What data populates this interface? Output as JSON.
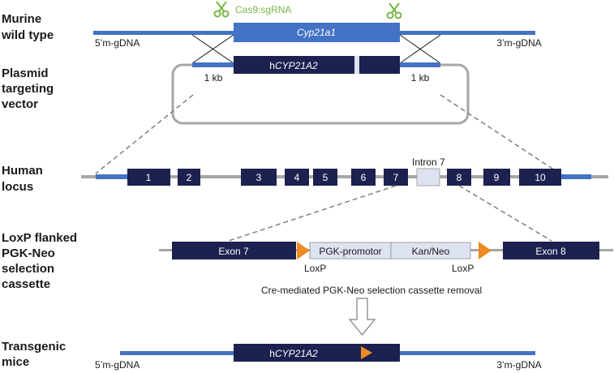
{
  "colors": {
    "navy": "#1c2150",
    "blue": "#4472c4",
    "grey": "#a6a6a6",
    "light": "#dde3f1",
    "orange": "#f08a24",
    "green": "#7ab648"
  },
  "labels": {
    "murine_1": "Murine",
    "murine_2": "wild type",
    "plasmid_1": "Plasmid",
    "plasmid_2": "targeting",
    "plasmid_3": "vector",
    "human_1": "Human",
    "human_2": "locus",
    "loxp_1": "LoxP flanked",
    "loxp_2": "PGK-Neo",
    "loxp_3": "selection",
    "loxp_4": "cassette",
    "trans_1": "Transgenic",
    "trans_2": "mice"
  },
  "murine": {
    "cas9": "Cas9:sgRNA",
    "gene_name": "Cyp21a1",
    "left_arm": "5’m-gDNA",
    "right_arm": "3’m-gDNA"
  },
  "plasmid": {
    "gene_prefix": "h",
    "gene_name": "CYP21A2",
    "left_kb": "1 kb",
    "right_kb": "1 kb"
  },
  "human_locus": {
    "exons": [
      "1",
      "2",
      "3",
      "4",
      "5",
      "6",
      "7",
      "8",
      "9",
      "10"
    ],
    "intron_label": "Intron 7"
  },
  "cassette": {
    "exon7": "Exon 7",
    "pgk": "PGK-promotor",
    "kan": "Kan/Neo",
    "exon8": "Exon 8",
    "loxp_left": "LoxP",
    "loxp_right": "LoxP",
    "removal_text": "Cre-mediated PGK-Neo selection cassette removal"
  },
  "transgenic": {
    "gene_prefix": "h",
    "gene_name": "CYP21A2",
    "left_arm": "5’m-gDNA",
    "right_arm": "3’m-gDNA"
  }
}
